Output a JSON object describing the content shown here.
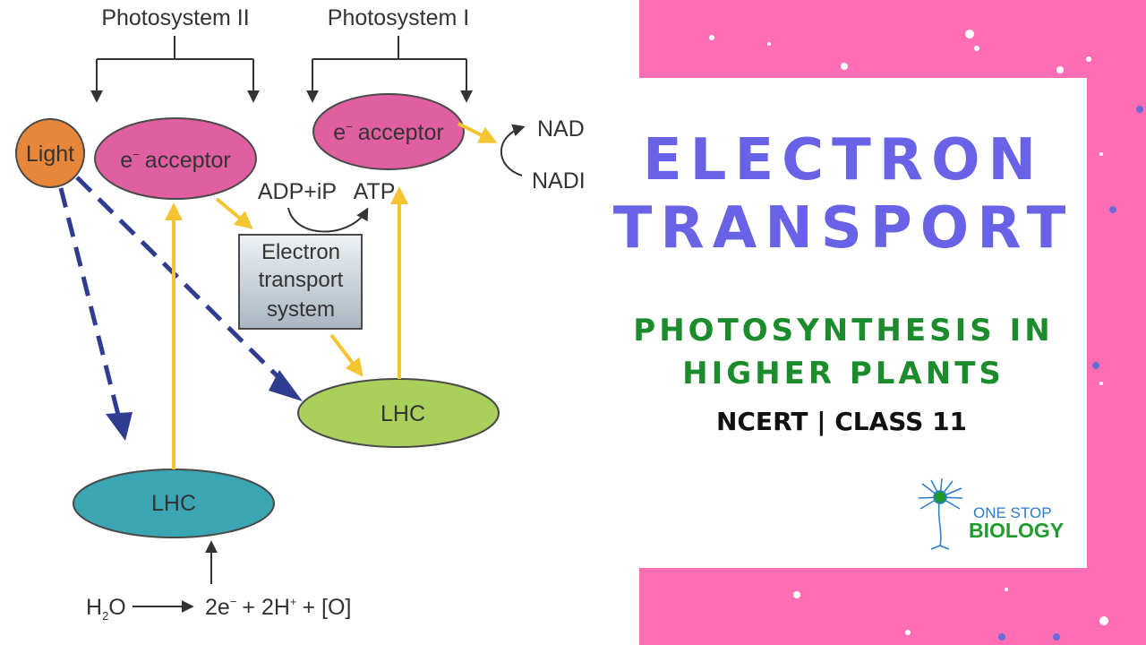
{
  "diagram": {
    "photosystem_ii": "Photosystem II",
    "photosystem_i": "Photosystem I",
    "light": "Light",
    "e_acceptor_ps2": "e",
    "e_acceptor_ps2_word": "acceptor",
    "e_acceptor_ps1": "e",
    "e_acceptor_ps1_word": "acceptor",
    "minus_sign": "−",
    "nadp": "NAD",
    "nadph": "NADI",
    "adp": "ADP+iP",
    "atp": "ATP",
    "ets_line1": "Electron",
    "ets_line2": "transport",
    "ets_line3": "system",
    "lhc_ps1": "LHC",
    "lhc_ps2": "LHC",
    "h2o_h": "H",
    "h2o_sub": "2",
    "h2o_o": "O",
    "products_a": "2e",
    "products_b": "+ 2H",
    "products_c": "+ [O]",
    "plus_sign": "+",
    "colors": {
      "light": "#e8873a",
      "e_acceptor": "#e05fa0",
      "lhc_ps1": "#a9d05a",
      "lhc_ps2": "#3aa6b4",
      "yellow_arrow": "#f5c431",
      "blue_dashed": "#303c8f",
      "ets_box": "#c8d1d8"
    }
  },
  "panel": {
    "title_line1": "ELECTRON",
    "title_line2": "TRANSPORT",
    "subtitle_line1": "PHOTOSYNTHESIS IN",
    "subtitle_line2": "HIGHER PLANTS",
    "tagline": "NCERT | CLASS 11",
    "logo_line1": "ONE STOP",
    "logo_line2": "BIOLOGY",
    "colors": {
      "pink": "#ff6eb4",
      "title": "#6863e6",
      "subtitle": "#1b8c2b",
      "tagline": "#111111",
      "logo_blue": "#2a7bc8",
      "logo_green": "#1f9a2e"
    }
  }
}
